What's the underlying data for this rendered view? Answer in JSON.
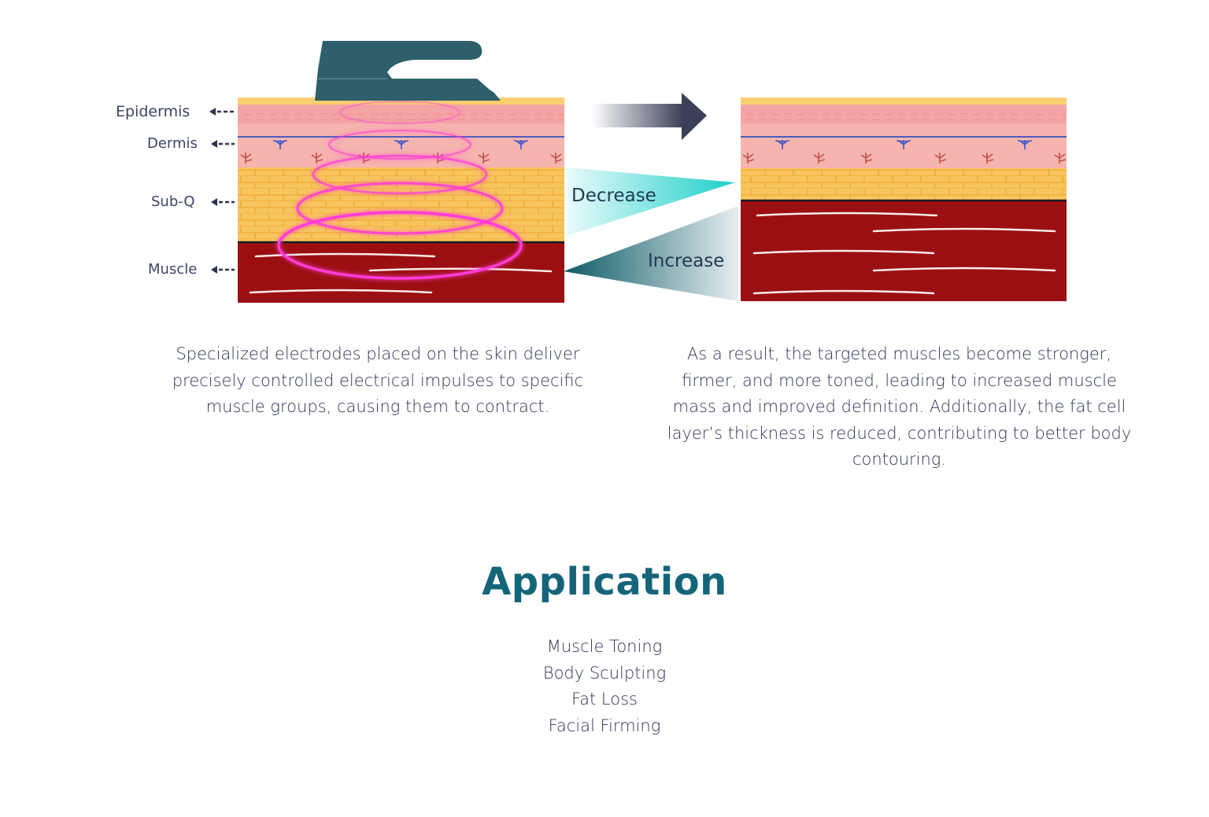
{
  "diagram": {
    "layers": [
      "Epidermis",
      "Dermis",
      "Sub-Q",
      "Muscle"
    ],
    "decrease_label": "Decrease",
    "increase_label": "Increase"
  },
  "descriptions": {
    "left": "Specialized electrodes placed on the skin deliver precisely controlled electrical impulses to specific muscle groups, causing them to contract.",
    "right": "As a result, the targeted muscles become stronger, firmer, and more toned, leading to increased muscle mass and improved definition. Additionally, the fat cell layer’s thickness is reduced, contributing to better body contouring."
  },
  "application": {
    "title": "Application",
    "items": [
      "Muscle Toning",
      "Body Sculpting",
      "Fat Loss",
      "Facial Firming"
    ]
  },
  "colors": {
    "brand_teal": "#15657a",
    "device": "#2e5f6b",
    "epidermis": "#f5a9a6",
    "dermis": "#f6b3ad",
    "subq": "#f7c55e",
    "muscle": "#9b0f12",
    "pulse": "#ff3bd8"
  }
}
